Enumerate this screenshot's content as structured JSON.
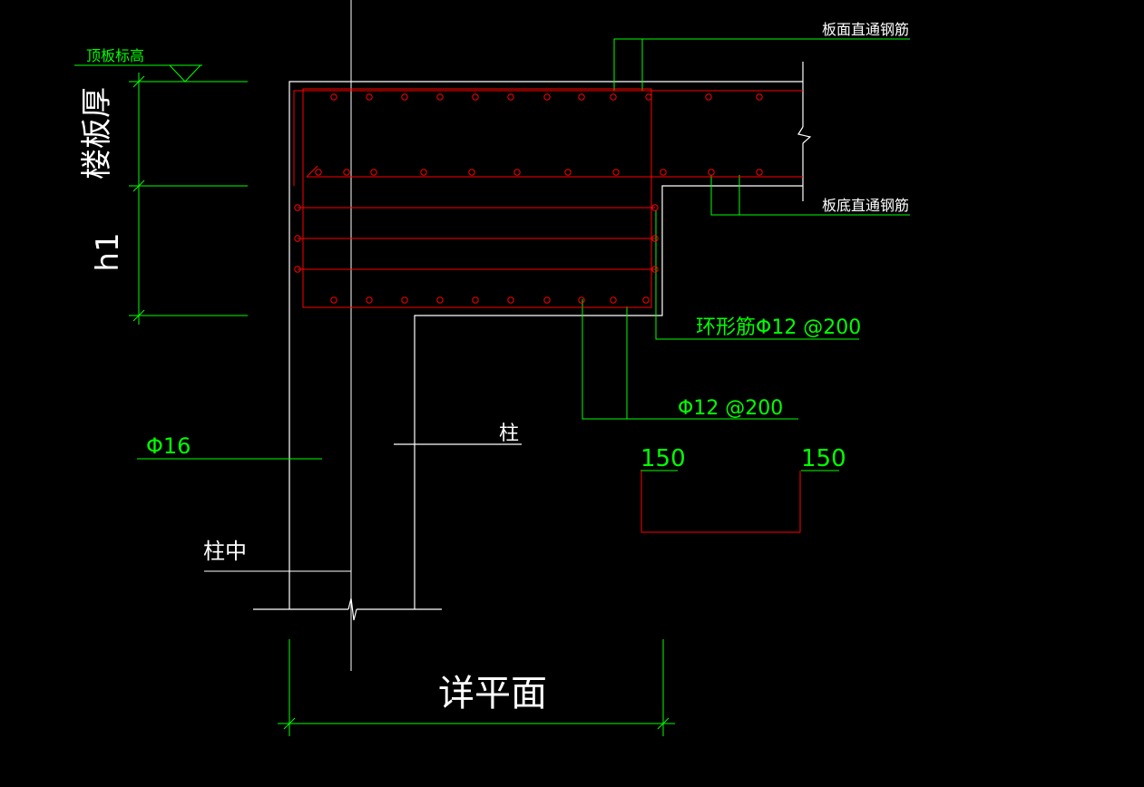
{
  "colors": {
    "background": "#000000",
    "outline": "#ffffff",
    "dimension": "#00ff00",
    "rebar": "#ff0000"
  },
  "labels": {
    "top_slab_elevation": "顶板标高",
    "slab_thickness": "楼板厚",
    "h1": "h1",
    "top_through_rebar": "板面直通钢筋",
    "bottom_through_rebar": "板底直通钢筋",
    "ring_rebar": "环形筋Φ12 @200",
    "stirrup_rebar": "Φ12 @200",
    "dim_150_left": "150",
    "dim_150_right": "150",
    "column": "柱",
    "phi16": "Φ16",
    "column_center": "柱中",
    "detail_plan": "详平面"
  }
}
